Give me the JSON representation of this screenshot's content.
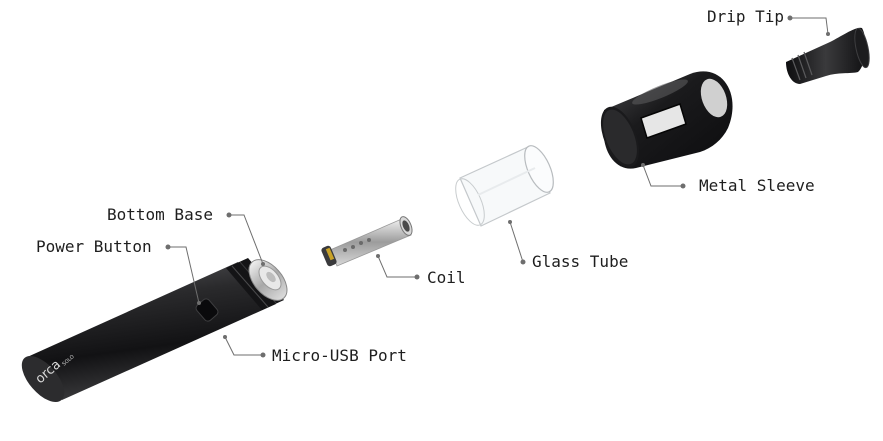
{
  "labels": {
    "drip_tip": "Drip Tip",
    "metal_sleeve": "Metal Sleeve",
    "bottom_base": "Bottom Base",
    "power_button": "Power Button",
    "coil": "Coil",
    "glass_tube": "Glass Tube",
    "micro_usb_port": "Micro-USB Port"
  },
  "branding": {
    "logo_text": "orca",
    "logo_subtext": "SOLO"
  },
  "colors": {
    "body": "#1c1c1e",
    "metal": "#c9c9c9",
    "leader_line": "#6e6e6e",
    "label_text": "#1e1e1e"
  }
}
